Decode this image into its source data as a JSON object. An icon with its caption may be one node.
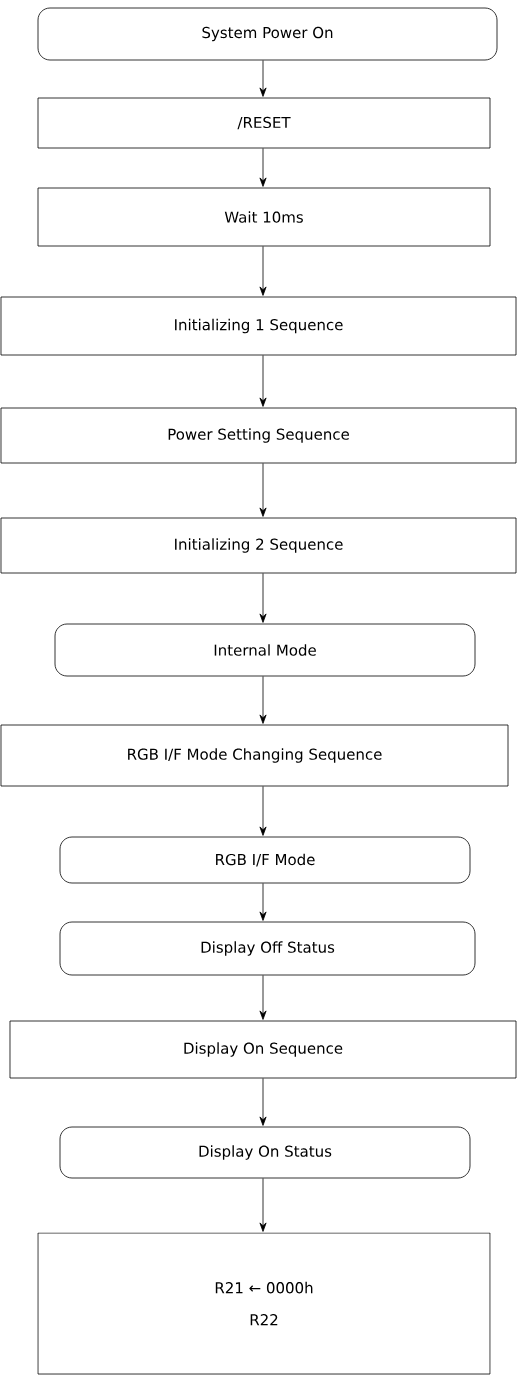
{
  "diagram": {
    "nodes": [
      {
        "text": [
          "System Power On"
        ]
      },
      {
        "text": [
          "/RESET"
        ]
      },
      {
        "text": [
          "Wait 10ms"
        ]
      },
      {
        "text": [
          "Initializing 1 Sequence"
        ]
      },
      {
        "text": [
          "Power Setting Sequence"
        ]
      },
      {
        "text": [
          "Initializing 2 Sequence"
        ]
      },
      {
        "text": [
          "Internal Mode"
        ]
      },
      {
        "text": [
          "RGB I/F Mode Changing Sequence"
        ]
      },
      {
        "text": [
          "RGB I/F Mode"
        ]
      },
      {
        "text": [
          "Display Off Status"
        ]
      },
      {
        "text": [
          "Display On Sequence"
        ]
      },
      {
        "text": [
          "Display On Status"
        ]
      },
      {
        "text": [
          "R21 ← 0000h",
          "R22"
        ]
      }
    ],
    "edges": [
      {
        "from": 0,
        "to": 1,
        "arrow": "to"
      },
      {
        "from": 1,
        "to": 2,
        "arrow": "to"
      },
      {
        "from": 2,
        "to": 3,
        "arrow": "to"
      },
      {
        "from": 3,
        "to": 4,
        "arrow": "to"
      },
      {
        "from": 4,
        "to": 5,
        "arrow": "to"
      },
      {
        "from": 5,
        "to": 6,
        "arrow": "to"
      },
      {
        "from": 6,
        "to": 7,
        "arrow": "to"
      },
      {
        "from": 7,
        "to": 8,
        "arrow": "to"
      },
      {
        "from": 8,
        "to": 9,
        "arrow": "to"
      },
      {
        "from": 9,
        "to": 10,
        "arrow": "to"
      },
      {
        "from": 10,
        "to": 11,
        "arrow": "to"
      },
      {
        "from": 11,
        "to": 12,
        "arrow": "to"
      }
    ]
  }
}
